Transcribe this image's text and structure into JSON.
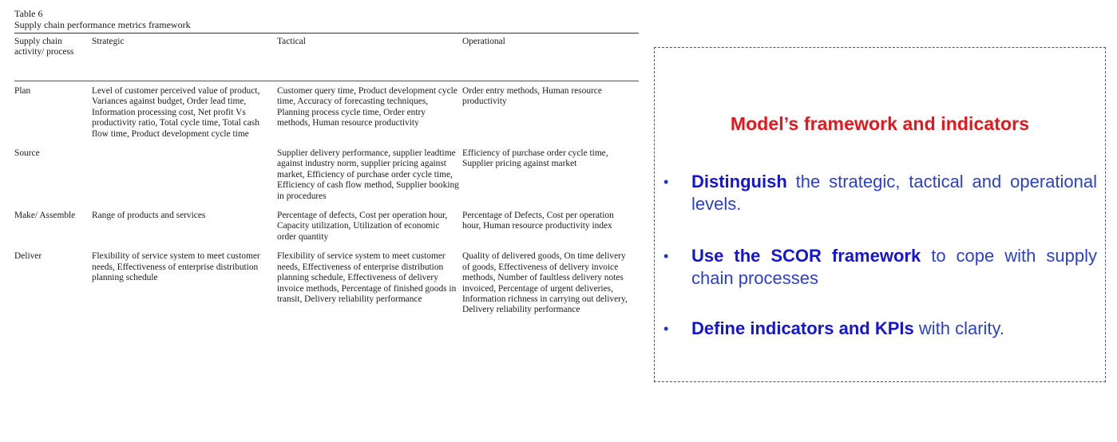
{
  "table": {
    "number": "Table 6",
    "caption": "Supply chain performance metrics framework",
    "headers": {
      "activity": "Supply chain activity/ process",
      "strategic": "Strategic",
      "tactical": "Tactical",
      "operational": "Operational"
    },
    "rows": [
      {
        "activity": "Plan",
        "strategic": "Level of customer perceived value of product, Variances against budget, Order lead time, Information processing cost, Net profit Vs productivity ratio, Total cycle time, Total cash flow time, Product development cycle time",
        "tactical": "Customer query time, Product development cycle time, Accuracy of forecasting techniques, Planning process cycle time, Order entry methods, Human resource productivity",
        "operational": "Order entry methods, Human resource productivity"
      },
      {
        "activity": "Source",
        "strategic": "",
        "tactical": "Supplier delivery performance, supplier leadtime against industry norm, supplier pricing against market, Efficiency of purchase order cycle time, Efficiency of cash flow method, Supplier booking in procedures",
        "operational": "Efficiency of purchase order cycle time, Supplier pricing against market"
      },
      {
        "activity": "Make/ Assemble",
        "strategic": "Range of products and services",
        "tactical": "Percentage of defects, Cost per operation hour, Capacity utilization, Utilization of economic order quantity",
        "operational": "Percentage of Defects, Cost per operation hour, Human resource productivity index"
      },
      {
        "activity": "Deliver",
        "strategic": "Flexibility of service system to meet customer needs, Effectiveness of enterprise distribution planning schedule",
        "tactical": "Flexibility of service system to meet customer needs, Effectiveness of enterprise distribution planning schedule, Effectiveness of delivery invoice methods, Percentage of finished goods in transit, Delivery reliability performance",
        "operational": "Quality of delivered goods, On time delivery of goods, Effectiveness of delivery invoice methods, Number of faultless delivery notes invoiced, Percentage of urgent deliveries, Information richness in carrying out delivery, Delivery reliability performance"
      }
    ]
  },
  "framework": {
    "title": "Model’s framework and indicators",
    "bullet_symbol": "•",
    "bullets": [
      {
        "strong": "Distinguish",
        "rest": " the strategic, tactical and operational levels."
      },
      {
        "strong": "Use the SCOR framework",
        "rest": " to cope with supply chain processes"
      },
      {
        "strong": "Define indicators and KPIs",
        "rest": " with clarity."
      }
    ],
    "colors": {
      "title": "#e8151b",
      "bullet_text": "#1c36c8",
      "border": "#555555"
    }
  }
}
